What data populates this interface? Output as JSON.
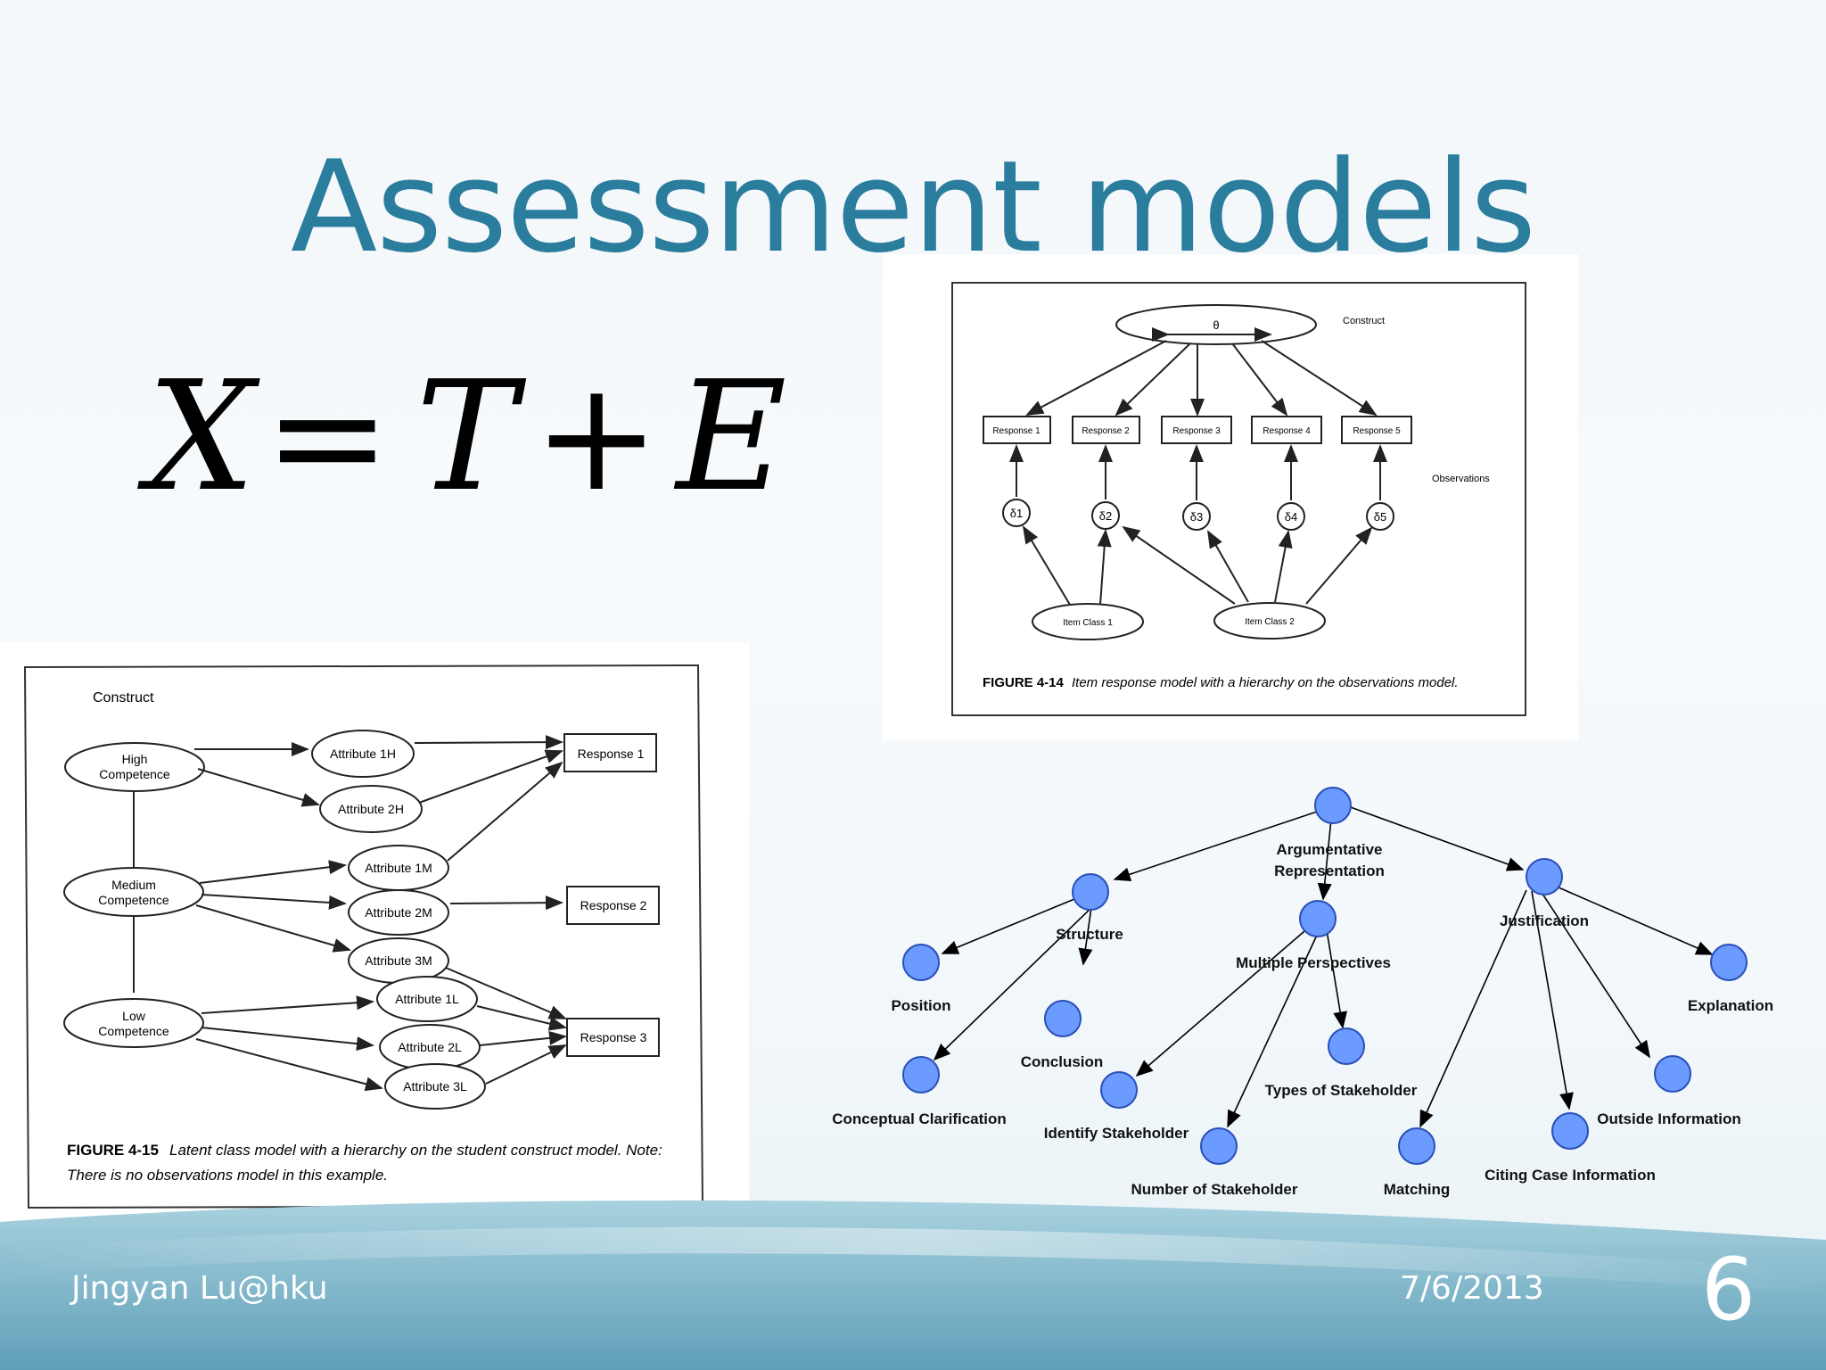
{
  "slide": {
    "title": "Assessment models",
    "equation": {
      "X": "X",
      "eq": "=",
      "T": "T",
      "plus": "+",
      "E": "E"
    },
    "footer": {
      "author": "Jingyan Lu@hku",
      "date": "7/6/2013",
      "page": "6"
    }
  },
  "figure_414": {
    "construct_symbol": "θ",
    "construct_label": "Construct",
    "responses": [
      "Response 1",
      "Response 2",
      "Response 3",
      "Response 4",
      "Response 5"
    ],
    "observations_label": "Observations",
    "deltas": [
      "δ1",
      "δ2",
      "δ3",
      "δ4",
      "δ5"
    ],
    "item_classes": [
      "Item Class 1",
      "Item Class 2"
    ],
    "caption_number": "FIGURE 4-14",
    "caption_text": "Item response model with a hierarchy on the observations model."
  },
  "figure_415": {
    "construct_label": "Construct",
    "competence": [
      {
        "line1": "High",
        "line2": "Competence"
      },
      {
        "line1": "Medium",
        "line2": "Competence"
      },
      {
        "line1": "Low",
        "line2": "Competence"
      }
    ],
    "attributes": [
      "Attribute 1H",
      "Attribute 2H",
      "Attribute 1M",
      "Attribute 2M",
      "Attribute 3M",
      "Attribute 1L",
      "Attribute 2L",
      "Attribute 3L"
    ],
    "responses": [
      "Response 1",
      "Response 2",
      "Response 3"
    ],
    "caption_number": "FIGURE 4-15",
    "caption_line1": "Latent class model with a hierarchy on the student construct model. Note:",
    "caption_line2": "There is no observations model in this example."
  },
  "tree": {
    "root": {
      "line1": "Argumentative",
      "line2": "Representation"
    },
    "nodes": {
      "structure": "Structure",
      "multiple_perspectives": "Multiple Perspectives",
      "justification": "Justification",
      "position": "Position",
      "conclusion": "Conclusion",
      "conceptual_clarification": "Conceptual  Clarification",
      "identify_stakeholder": "Identify Stakeholder",
      "types_of_stakeholder": "Types of Stakeholder",
      "number_of_stakeholder": "Number of Stakeholder",
      "matching": "Matching",
      "citing_case_information": "Citing Case Information",
      "outside_information": "Outside Information",
      "explanation": "Explanation"
    },
    "colors": {
      "node_fill": "#6b9bff",
      "node_stroke": "#2a4fb8"
    }
  }
}
